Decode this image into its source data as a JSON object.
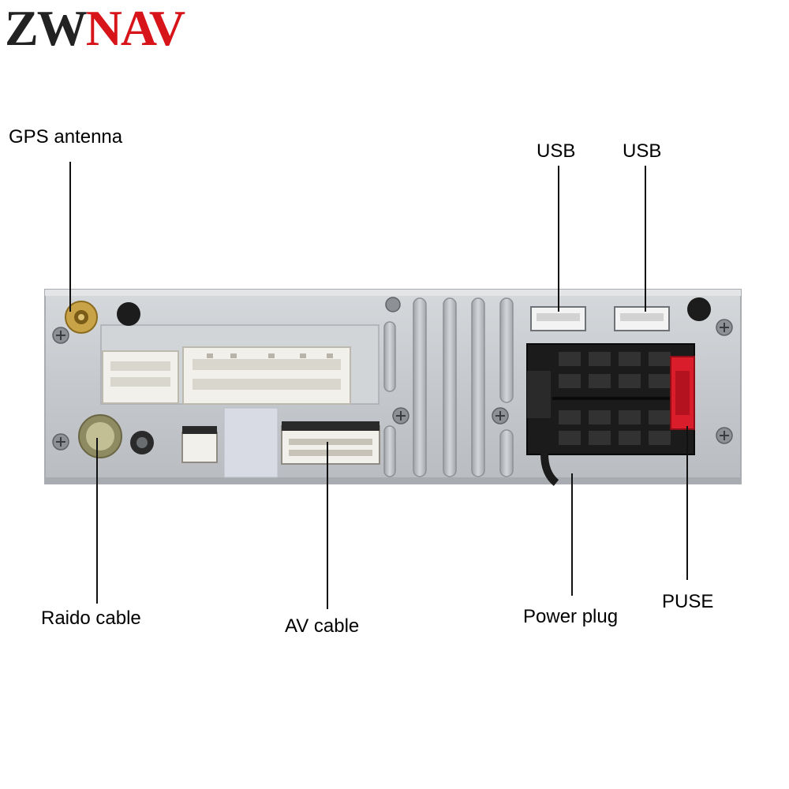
{
  "logo": {
    "part1": "ZW",
    "part2": "NAV"
  },
  "labels": {
    "gps": "GPS antenna",
    "usb1": "USB",
    "usb2": "USB",
    "radio": "Raido cable",
    "av": "AV cable",
    "power": "Power plug",
    "fuse": "PUSE"
  },
  "colors": {
    "brand_red": "#d7141a",
    "brand_dark": "#222222",
    "panel": "#c9ccd0",
    "fuse": "#d91d2a"
  }
}
